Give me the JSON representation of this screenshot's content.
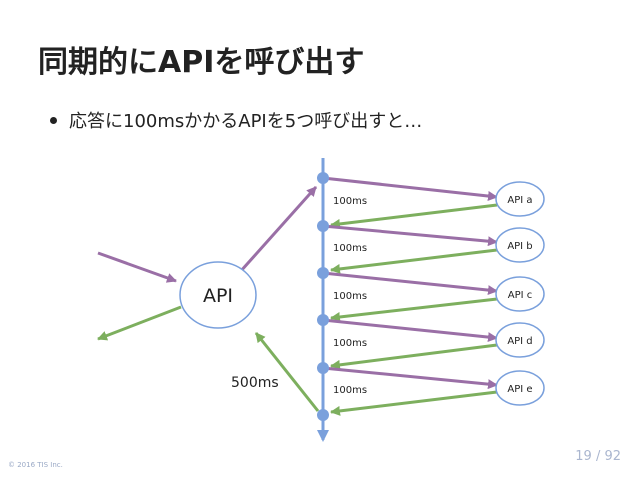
{
  "title": "同期的にAPIを呼び出す",
  "bullet": "応答に100msかかるAPIを5つ呼び出すと…",
  "diagram": {
    "main_node": "API",
    "total_label": "500ms",
    "latency_labels": [
      "100ms",
      "100ms",
      "100ms",
      "100ms",
      "100ms"
    ],
    "api_nodes": [
      "API a",
      "API b",
      "API c",
      "API d",
      "API e"
    ],
    "colors": {
      "request": "#9a6fa6",
      "response": "#7daf5e",
      "timeline": "#7aa0dc",
      "node_border": "#7aa0dc"
    }
  },
  "footer": {
    "copyright": "© 2016 TIS Inc.",
    "page": "19 / 92"
  }
}
